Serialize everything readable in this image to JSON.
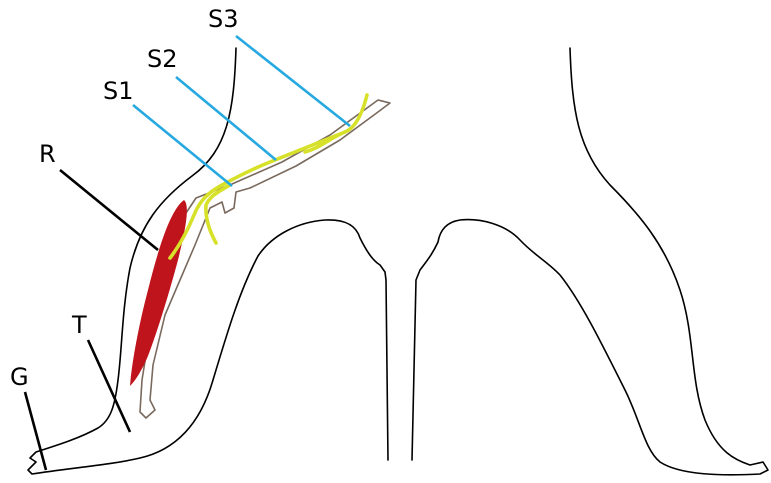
{
  "labels": {
    "s3": "S3",
    "s2": "S2",
    "s1": "S1",
    "r": "R",
    "t": "T",
    "g": "G"
  },
  "colors": {
    "outline": "#000000",
    "tissue": "#7a6a5e",
    "muscle": "#c0141c",
    "nerve": "#d7e12a",
    "nerve_leader": "#26a9e0",
    "structure_leader": "#000000"
  }
}
